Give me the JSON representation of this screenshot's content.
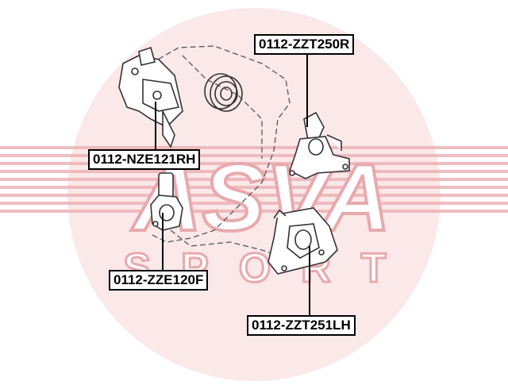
{
  "watermark": {
    "brand": "ASVA",
    "tagline": "SPORT",
    "color": "#e8a9ad",
    "circle_color": "#fbe8e9"
  },
  "parts": [
    {
      "id": "rh",
      "code": "0112-NZE121RH"
    },
    {
      "id": "250",
      "code": "0112-ZZT250R"
    },
    {
      "id": "120",
      "code": "0112-ZZE120F"
    },
    {
      "id": "251",
      "code": "0112-ZZT251LH"
    }
  ],
  "colors": {
    "line": "#000000",
    "label_border": "#000000",
    "drawing": "#3a3a3a"
  }
}
